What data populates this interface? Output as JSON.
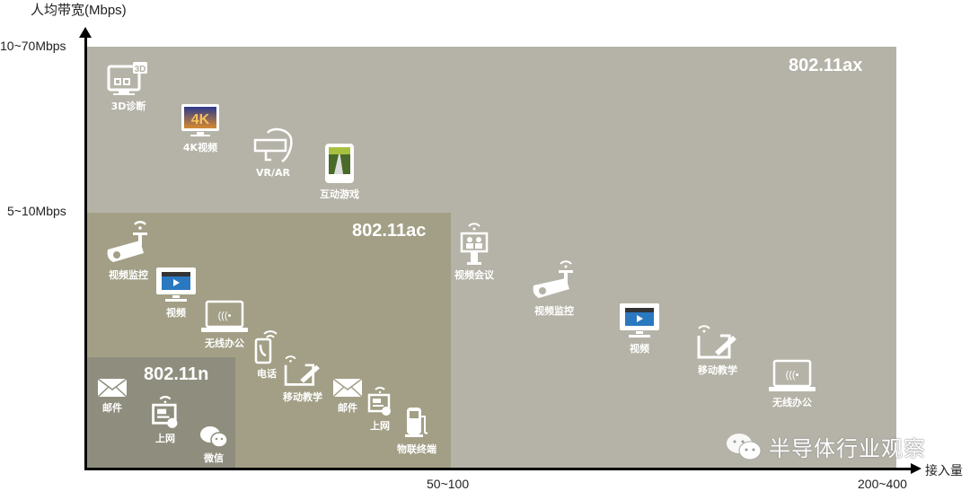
{
  "axes": {
    "y_title": "人均带宽(Mbps)",
    "x_title": "接入量",
    "y_ticks": [
      "10~70Mbps",
      "5~10Mbps"
    ],
    "x_ticks": [
      "50~100",
      "200~400"
    ]
  },
  "regions": [
    {
      "name": "802.11ax",
      "color": "#b5b3a7"
    },
    {
      "name": "802.11ac",
      "color": "#a29f86"
    },
    {
      "name": "802.11n",
      "color": "#8f8e7e"
    }
  ],
  "items": {
    "ax": [
      "3D诊断",
      "4K视频",
      "VR/AR",
      "互动游戏",
      "视频会议",
      "视频监控",
      "视频",
      "移动教学",
      "无线办公"
    ],
    "ac": [
      "视频监控",
      "视频",
      "无线办公",
      "电话",
      "移动教学",
      "邮件",
      "上网",
      "物联终端"
    ],
    "n": [
      "邮件",
      "上网",
      "微信"
    ]
  },
  "watermark": "半导体行业观察"
}
